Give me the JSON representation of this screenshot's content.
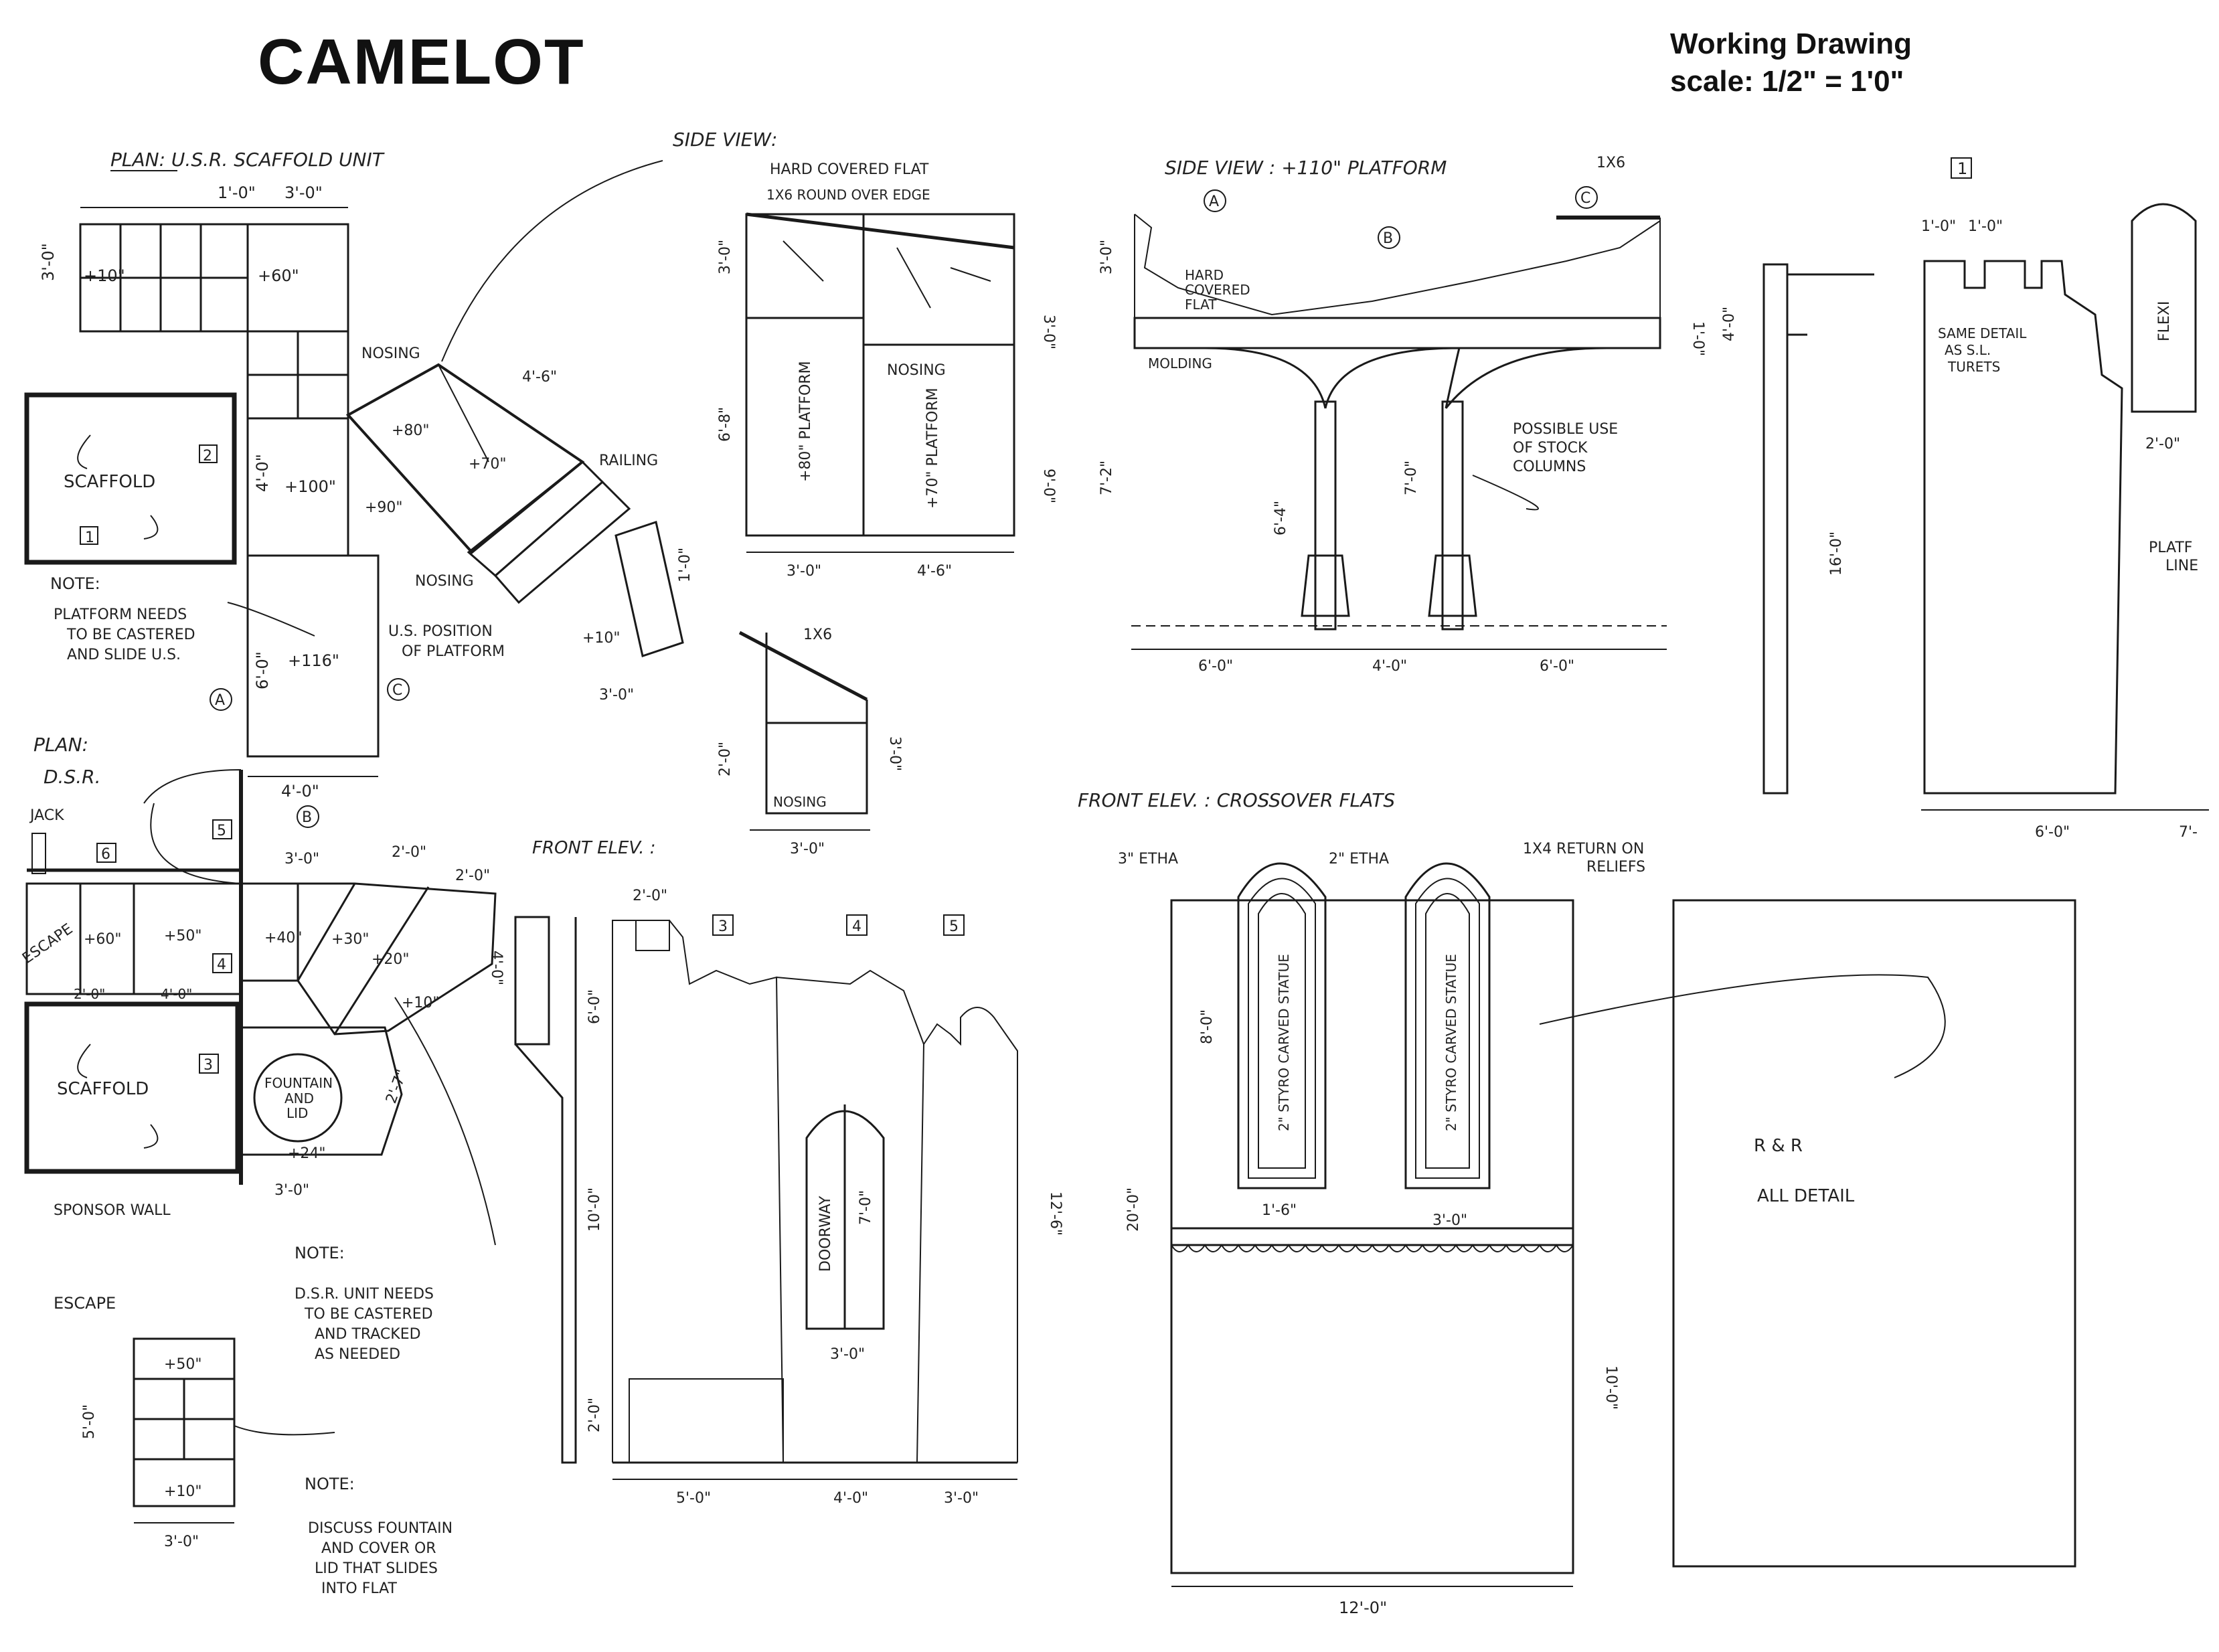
{
  "header": {
    "title": "CAMELOT",
    "subtitle_line1": "Working Drawing",
    "subtitle_line2": "scale:  1/2\" = 1'0\""
  },
  "plan_usr": {
    "heading": "PLAN:  U.S.R. SCAFFOLD UNIT",
    "dim_1": "1'-0\"",
    "dim_3": "3'-0\"",
    "dim_3b": "3'-0\"",
    "plus10": "+10\"",
    "plus60": "+60\"",
    "scaffold": "SCAFFOLD",
    "num1": "1",
    "num2": "2",
    "plus100": "+100\"",
    "dim_4": "4'-0\"",
    "plus116": "+116\"",
    "dim_6": "6'-0\"",
    "dim_4b": "4'-0\"",
    "note_head": "NOTE:",
    "note_l1": "PLATFORM NEEDS",
    "note_l2": "TO BE CASTERED",
    "note_l3": "AND SLIDE U.S.",
    "mark_a": "A",
    "mark_b": "B",
    "mark_c": "C",
    "nosing1": "NOSING",
    "nosing2": "NOSING",
    "plus80": "+80\"",
    "plus90": "+90\"",
    "plus70": "+70\"",
    "railing": "RAILING",
    "dim_4c": "4'-6\"",
    "usr_position1": "U.S. POSITION",
    "usr_position2": "OF PLATFORM",
    "plus10b": "+10\"",
    "dim_3c": "3'-0\"",
    "dim_1b": "1'-0\""
  },
  "side_view_1": {
    "heading": "SIDE VIEW:",
    "hard_covered": "HARD COVERED FLAT",
    "round_over": "1X6 ROUND OVER EDGE",
    "nosing": "NOSING",
    "dim_3": "3'-0\"",
    "dim_3b": "3'-0\"",
    "dim_68": "6'-8\"",
    "dim_9": "9'-0\"",
    "plat80": "+80\" PLATFORM",
    "plat70": "+70\" PLATFORM",
    "dim_bottom1": "3'-0\"",
    "dim_bottom2": "4'-6\""
  },
  "side_view_2": {
    "onex6": "1X6",
    "nosing": "NOSING",
    "dim_2": "2'-0\"",
    "dim_3": "3'-0\"",
    "dim_bottom": "3'-0\""
  },
  "side_view_110": {
    "heading": "SIDE VIEW :  +110\" PLATFORM",
    "onex6": "1X6",
    "mark_a": "A",
    "mark_b": "B",
    "mark_c": "C",
    "hard_covered1": "HARD",
    "hard_covered2": "COVERED",
    "hard_covered3": "FLAT",
    "molding": "MOLDING",
    "possible1": "POSSIBLE USE",
    "possible2": "OF STOCK",
    "possible3": "COLUMNS",
    "dim_3": "3'-0\"",
    "dim_1": "1'-0\"",
    "dim_72": "7'-2\"",
    "dim_64": "6'-4\"",
    "dim_7": "7'-0\"",
    "dim_b1": "6'-0\"",
    "dim_b2": "4'-0\"",
    "dim_b3": "6'-0\""
  },
  "tower_view": {
    "num": "1",
    "dim_1a": "1'-0\"",
    "dim_1b": "1'-0\"",
    "same_detail1": "SAME DETAIL",
    "same_detail2": "AS S.L.",
    "same_detail3": "TURETS",
    "dim_4": "4'-0\"",
    "dim_16": "16'-0\"",
    "flexi": "FLEXI",
    "dim_2": "2'-0\"",
    "platf1": "PLATF",
    "platf2": "LINE",
    "dim_bottom": "6'-0\"",
    "dim_bottom2": "7'-"
  },
  "plan_dsr": {
    "heading1": "PLAN:",
    "heading2": "D.S.R.",
    "jack": "JACK",
    "escape": "ESCAPE",
    "num5": "5",
    "num6": "6",
    "num4": "4",
    "num3": "3",
    "plus60": "+60\"",
    "plus50": "+50\"",
    "plus40": "+40\"",
    "plus30": "+30\"",
    "plus20": "+20\"",
    "plus10": "+10\"",
    "dim_2a": "2'-0\"",
    "dim_4a": "4'-0\"",
    "dim_3a": "3'-0\"",
    "dim_2b": "2'-0\"",
    "dim_2c": "2'-0\"",
    "dim_4b": "4'-0\"",
    "dim_27": "2'-7\"",
    "scaffold": "SCAFFOLD",
    "fountain1": "FOUNTAIN",
    "fountain2": "AND",
    "fountain3": "LID",
    "plus24": "+24\"",
    "dim_3b": "3'-0\"",
    "sponsor": "SPONSOR WALL",
    "note_head": "NOTE:",
    "note_l1": "D.S.R. UNIT NEEDS",
    "note_l2": "TO BE CASTERED",
    "note_l3": "AND TRACKED",
    "note_l4": "AS NEEDED"
  },
  "escape_unit": {
    "label": "ESCAPE",
    "plus50": "+50\"",
    "plus10": "+10\"",
    "dim_5": "5'-0\"",
    "dim_3": "3'-0\"",
    "note_head": "NOTE:",
    "note_l1": "DISCUSS FOUNTAIN",
    "note_l2": "AND COVER OR",
    "note_l3": "LID THAT SLIDES",
    "note_l4": "INTO FLAT"
  },
  "front_elev_1": {
    "heading": "FRONT ELEV. :",
    "num3": "3",
    "num4": "4",
    "num5": "5",
    "dim_2": "2'-0\"",
    "dim_6": "6'-0\"",
    "dim_10": "10'-0\"",
    "dim_2b": "2'-0\"",
    "doorway": "DOORWAY",
    "dim_7": "7'-0\"",
    "dim_3": "3'-0\"",
    "dim_12": "12'-6\"",
    "dim_b1": "5'-0\"",
    "dim_b2": "4'-0\"",
    "dim_b3": "3'-0\""
  },
  "front_elev_2": {
    "heading": "FRONT ELEV. :   CROSSOVER FLATS",
    "eth3": "3\" ETHA",
    "eth2": "2\" ETHA",
    "return1": "1X4 RETURN ON",
    "return2": "RELIEFS",
    "statue1": "2\" STYRO CARVED STATUE",
    "statue2": "2\" STYRO CARVED STATUE",
    "dim_8": "8'-0\"",
    "dim_20": "20'-0\"",
    "dim_16": "1'-6\"",
    "dim_3": "3'-0\"",
    "dim_10": "10'-0\"",
    "dim_12": "12'-0\"",
    "rr1": "R & R",
    "rr2": "ALL DETAIL"
  }
}
